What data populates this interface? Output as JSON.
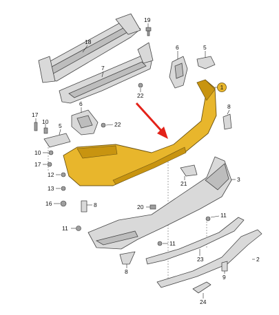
{
  "colors": {
    "highlight": "#e8b62c",
    "highlight_badge": "#e8b62c",
    "arrow": "#e32219",
    "part_fill": "#d9d9d9",
    "outline": "#444444"
  },
  "callouts": {
    "c1": "1",
    "c2": "2",
    "c3": "3",
    "c5a": "5",
    "c5b": "5",
    "c6a": "6",
    "c6b": "6",
    "c7": "7",
    "c8a": "8",
    "c8b": "8",
    "c8c": "8",
    "c9": "9",
    "c10a": "10",
    "c10b": "10",
    "c11a": "11",
    "c11b": "11",
    "c11c": "11",
    "c12": "12",
    "c13": "13",
    "c16": "16",
    "c17a": "17",
    "c17b": "17",
    "c18": "18",
    "c19": "19",
    "c20": "20",
    "c21": "21",
    "c22a": "22",
    "c22b": "22",
    "c23": "23",
    "c24": "24"
  },
  "icons": {
    "arrow": "red-pointer-arrow"
  }
}
